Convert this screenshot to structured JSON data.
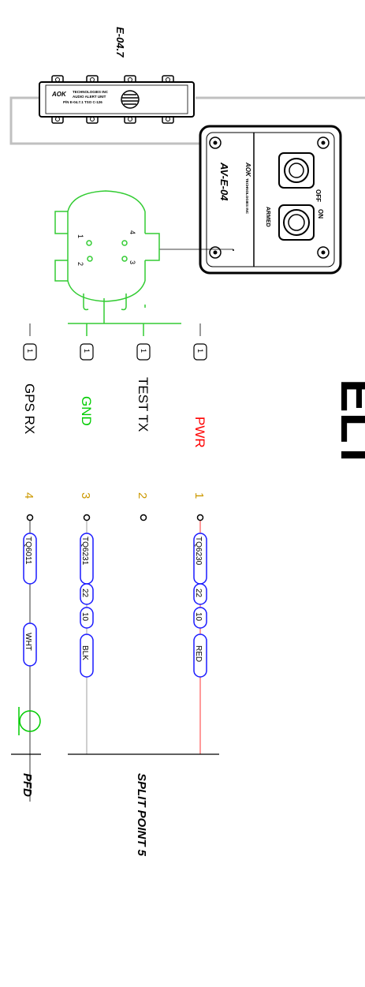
{
  "colors": {
    "black": "#000000",
    "pwr": "#ff0000",
    "gnd": "#00cc00",
    "pin": "#cc9900",
    "tag": "#1a1aff",
    "harness": "#c0c0c0",
    "connector": "#33cc33"
  },
  "alert_unit": {
    "label": "E-04.7",
    "brand": "AOK",
    "line1": "TECHNOLOGIES INC",
    "line2": "AUDIO ALERT UNIT",
    "line3": "P/N E-04.7.1   TSO C-126"
  },
  "controller": {
    "label": "AV-E-04",
    "brand": "AOK",
    "tech": "TECHNOLOGIES INC",
    "off": "OFF",
    "on": "ON",
    "armed": "ARMED"
  },
  "connector": {
    "pins": [
      "1",
      "2",
      "3",
      "4"
    ]
  },
  "page_label": "ELT",
  "wires": [
    {
      "name": "GPS RX",
      "pin": "4",
      "splice_tag": "1",
      "wire_id": "TQ6011",
      "gauge": "",
      "size": "",
      "color": "WHT"
    },
    {
      "name": "GND",
      "pin": "3",
      "splice_tag": "1",
      "wire_id": "TQ6231",
      "gauge": "22",
      "size": "10",
      "color": "BLK"
    },
    {
      "name": "TEST TX",
      "pin": "2",
      "splice_tag": "1",
      "wire_id": "",
      "gauge": "",
      "size": "",
      "color": ""
    },
    {
      "name": "PWR",
      "pin": "1",
      "splice_tag": "1",
      "wire_id": "TQ6230",
      "gauge": "22",
      "size": "10",
      "color": "RED"
    }
  ],
  "destinations": {
    "pfd": "PFD",
    "split": "SPLIT POINT 5"
  }
}
